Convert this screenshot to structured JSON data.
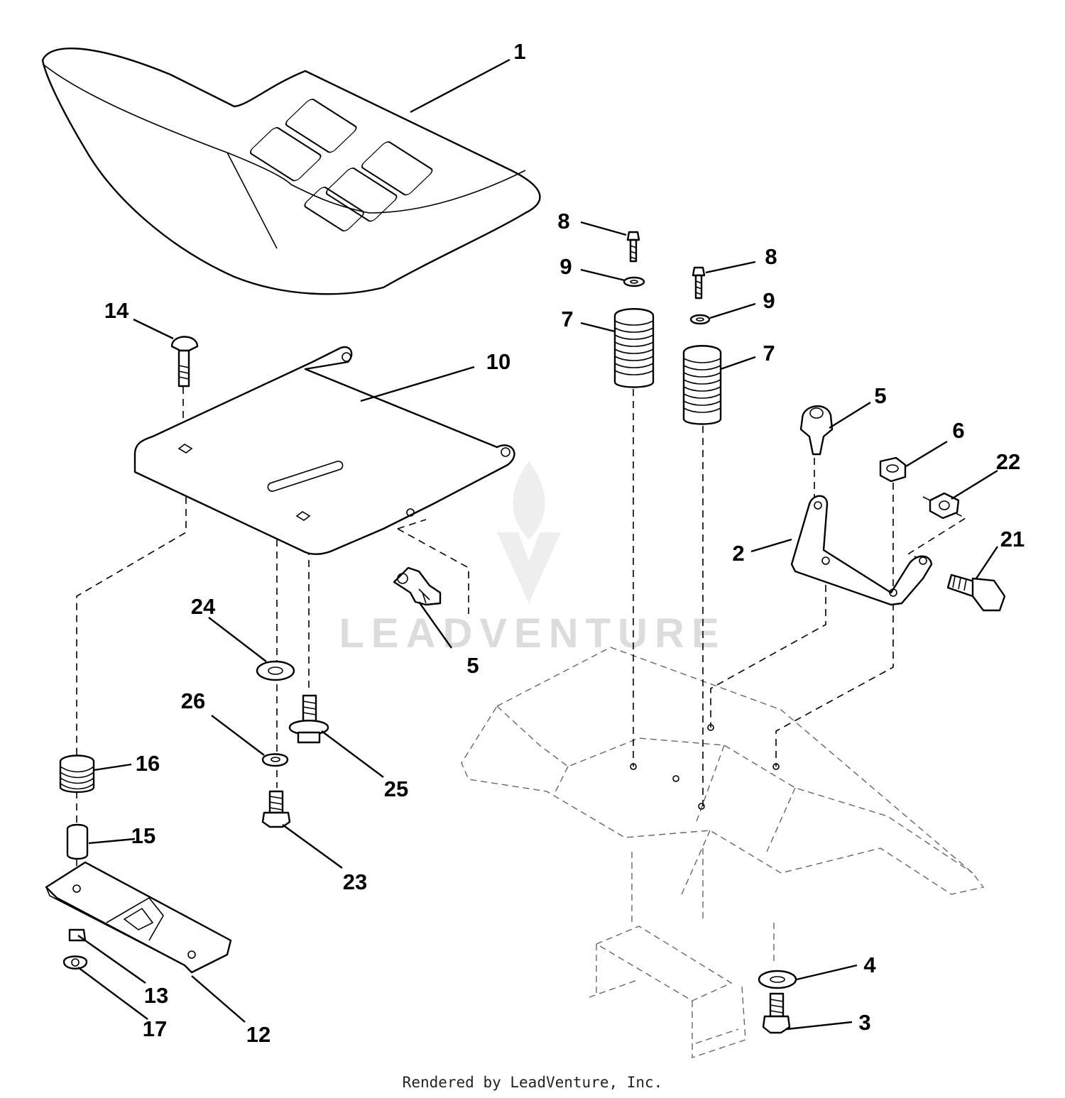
{
  "watermark": {
    "text": "LEADVENTURE"
  },
  "footer": {
    "text": "Rendered by LeadVenture, Inc."
  },
  "callouts": {
    "c1": "1",
    "c2": "2",
    "c3": "3",
    "c4": "4",
    "c5a": "5",
    "c5b": "5",
    "c6": "6",
    "c7a": "7",
    "c7b": "7",
    "c8a": "8",
    "c8b": "8",
    "c9a": "9",
    "c9b": "9",
    "c10": "10",
    "c12": "12",
    "c13": "13",
    "c14": "14",
    "c15": "15",
    "c16": "16",
    "c17": "17",
    "c21": "21",
    "c22": "22",
    "c23": "23",
    "c24": "24",
    "c25": "25",
    "c26": "26"
  }
}
